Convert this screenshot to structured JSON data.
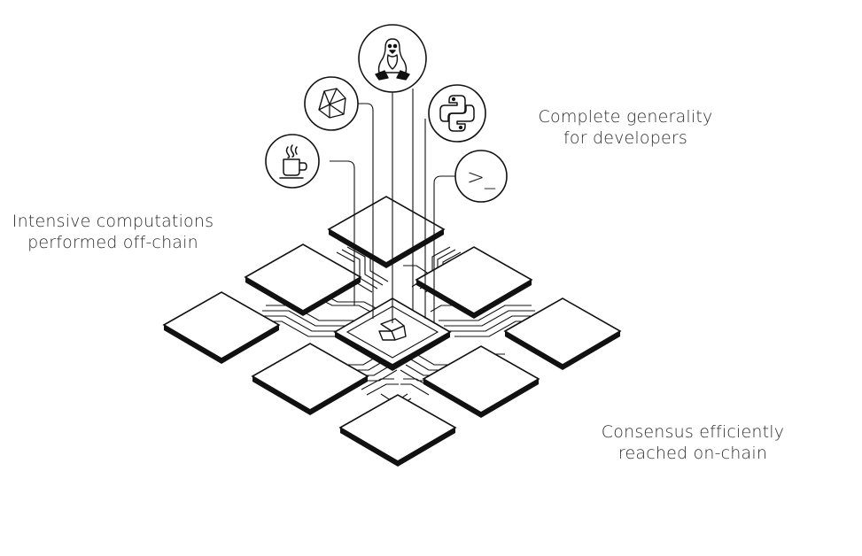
{
  "captions": {
    "generality": {
      "line1": "Complete generality",
      "line2": "for developers"
    },
    "intensive": {
      "line1": "Intensive computations",
      "line2": "performed off-chain"
    },
    "consensus": {
      "line1": "Consensus efficiently",
      "line2": "reached on-chain"
    }
  },
  "icons": {
    "java": "coffee-cup-icon",
    "ruby": "ruby-gem-icon",
    "linux": "linux-penguin-icon",
    "python": "python-icon",
    "terminal": "terminal-prompt-icon",
    "chip": "cartesi-logo-icon"
  },
  "terminal_prompt": ">_",
  "colors": {
    "line": "#111111",
    "background": "#ffffff",
    "text": "#2e2e2e"
  }
}
